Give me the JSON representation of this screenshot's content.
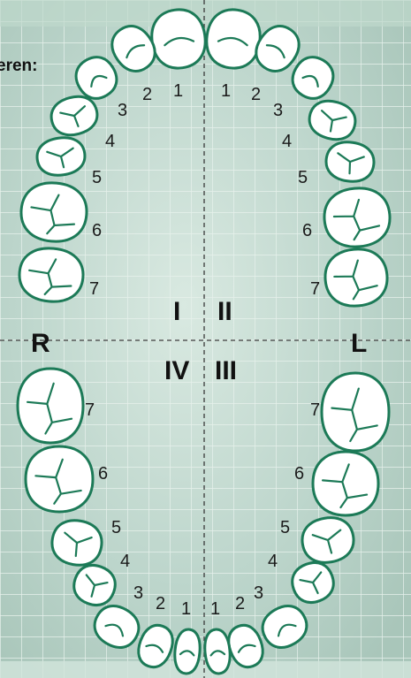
{
  "header": {
    "fragment": "eren:"
  },
  "quadrants": {
    "q1": "I",
    "q2": "II",
    "q3": "III",
    "q4": "IV"
  },
  "sides": {
    "right": "R",
    "left": "L"
  },
  "tooth_numbers": {
    "upper_right": [
      "1",
      "2",
      "3",
      "4",
      "5",
      "6",
      "7"
    ],
    "upper_left": [
      "1",
      "2",
      "3",
      "4",
      "5",
      "6",
      "7"
    ],
    "lower_left": [
      "7",
      "6",
      "5",
      "4",
      "3",
      "2",
      "1"
    ],
    "lower_right": [
      "7",
      "6",
      "5",
      "4",
      "3",
      "2",
      "1"
    ]
  },
  "colors": {
    "tooth_outline": "#1c7a57",
    "tooth_fill": "#ffffff",
    "background": "#c5ddd3",
    "grid": "#e7f1ec",
    "divider": "#3a3a3a",
    "label": "#1b1b1b"
  }
}
